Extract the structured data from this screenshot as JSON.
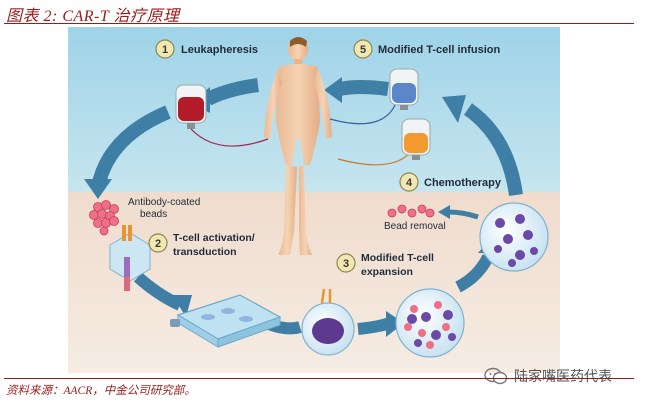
{
  "figure": {
    "title": "图表 2: CAR-T 治疗原理",
    "source": "资料来源：AACR，中金公司研究部。",
    "watermark": "陆家嘴医药代表"
  },
  "steps": [
    {
      "number": "1",
      "label": "Leukapheresis"
    },
    {
      "number": "2",
      "label_line1": "T-cell activation/",
      "label_line2": "transduction"
    },
    {
      "number": "3",
      "label_line1": "Modified T-cell",
      "label_line2": "expansion"
    },
    {
      "number": "4",
      "label": "Chemotherapy"
    },
    {
      "number": "5",
      "label": "Modified T-cell infusion"
    }
  ],
  "annotations": {
    "antibody_line1": "Antibody-coated",
    "antibody_line2": "beads",
    "bead_removal": "Bead removal"
  },
  "colors": {
    "accent_red": "#9b1b1b",
    "sky": "#a9d8ea",
    "ground": "#ecdccf",
    "arrow": "#3f7fa6",
    "blood": "#b31b2a",
    "circle_badge": "#f0e8b0"
  }
}
